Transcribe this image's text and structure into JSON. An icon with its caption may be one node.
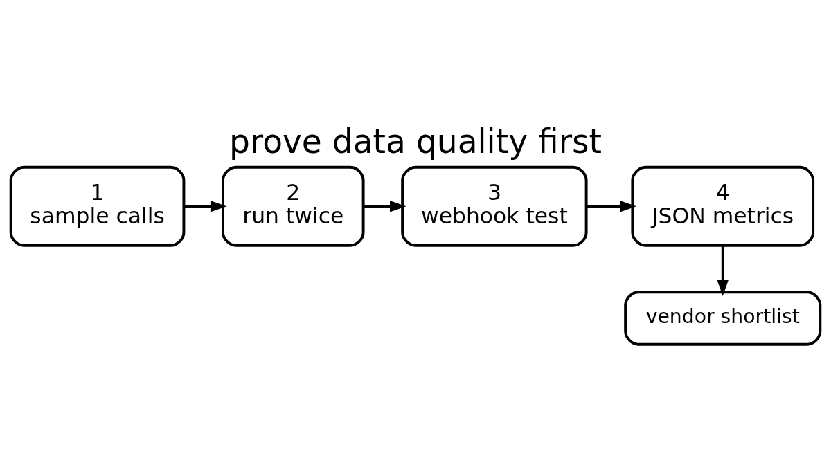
{
  "diagram": {
    "title": "prove data quality first",
    "nodes": [
      {
        "text": [
          "1",
          "sample calls"
        ]
      },
      {
        "text": [
          "2",
          "run twice"
        ]
      },
      {
        "text": [
          "3",
          "webhook test"
        ]
      },
      {
        "text": [
          "4",
          "JSON metrics"
        ]
      },
      {
        "text": [
          "vendor shortlist"
        ]
      }
    ],
    "edges": [
      {
        "from": 0,
        "to": 1,
        "arrow": "to"
      },
      {
        "from": 1,
        "to": 2,
        "arrow": "to"
      },
      {
        "from": 2,
        "to": 3,
        "arrow": "to"
      },
      {
        "from": 3,
        "to": 4,
        "arrow": "to"
      }
    ]
  }
}
